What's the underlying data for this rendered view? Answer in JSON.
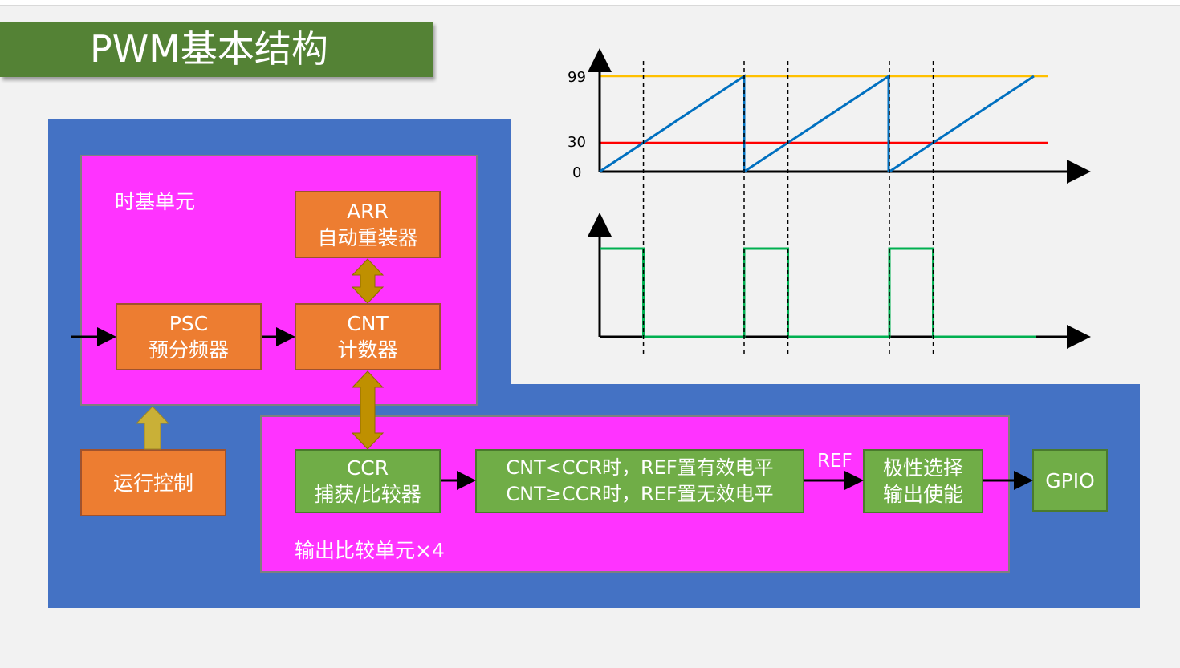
{
  "title": "PWM基本结构",
  "time_base": {
    "label": "时基单元",
    "arr": {
      "line1": "ARR",
      "line2": "自动重装器"
    },
    "psc": {
      "line1": "PSC",
      "line2": "预分频器"
    },
    "cnt": {
      "line1": "CNT",
      "line2": "计数器"
    }
  },
  "run_control": "运行控制",
  "output_compare": {
    "label": "输出比较单元×4",
    "ccr": {
      "line1": "CCR",
      "line2": "捕获/比较器"
    },
    "rule": {
      "line1": "CNT<CCR时，REF置有效电平",
      "line2": "CNT≥CCR时，REF置无效电平"
    },
    "ref_label": "REF",
    "polarity": {
      "line1": "极性选择",
      "line2": "输出使能"
    }
  },
  "gpio": "GPIO",
  "waveform": {
    "y_ticks": [
      "99",
      "30",
      "0"
    ],
    "arr_value": 99,
    "ccr_value": 30,
    "colors": {
      "arr_line": "#ffc000",
      "ccr_line": "#ff0000",
      "counter": "#0070c0",
      "pwm": "#00b050"
    }
  },
  "colors": {
    "blue_panel": "#4472c4",
    "magenta_unit": "#ff33ff",
    "orange_block": "#ed7d31",
    "green_block": "#70ad47",
    "title_bg": "#548235"
  }
}
